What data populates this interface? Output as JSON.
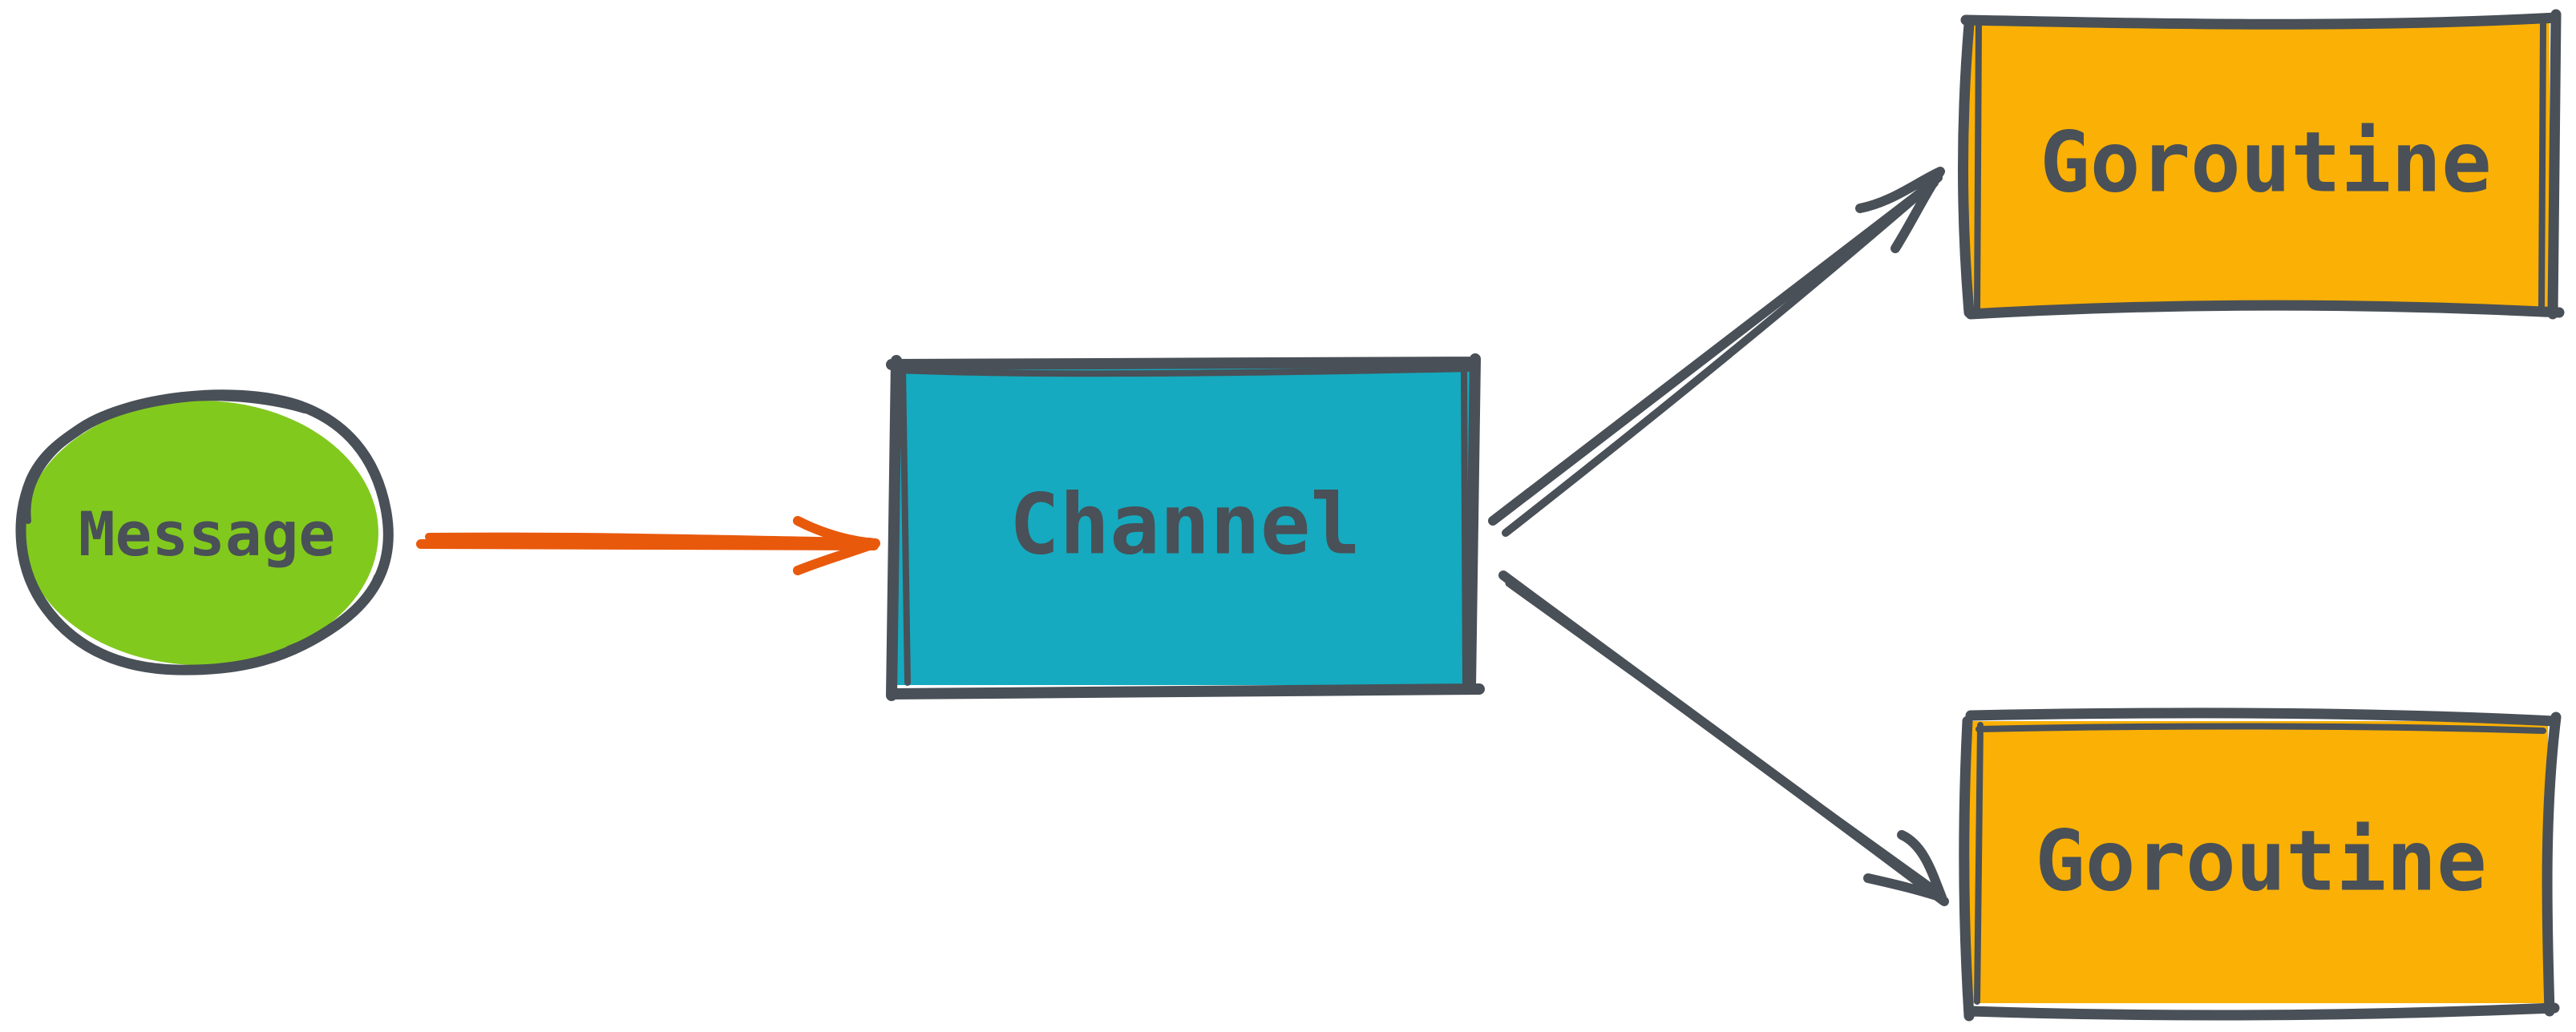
{
  "nodes": {
    "message": {
      "label": "Message",
      "fill": "#82c91e"
    },
    "channel": {
      "label": "Channel",
      "fill": "#15aabf"
    },
    "goroutine_top": {
      "label": "Goroutine",
      "fill": "#fab005"
    },
    "goroutine_bottom": {
      "label": "Goroutine",
      "fill": "#fab005"
    }
  },
  "edges": [
    {
      "from": "message",
      "to": "channel",
      "color": "#e8590c"
    },
    {
      "from": "channel",
      "to": "goroutine_top",
      "color": "#495057"
    },
    {
      "from": "channel",
      "to": "goroutine_bottom",
      "color": "#495057"
    }
  ],
  "colors": {
    "stroke": "#495057",
    "background": "#ffffff"
  }
}
